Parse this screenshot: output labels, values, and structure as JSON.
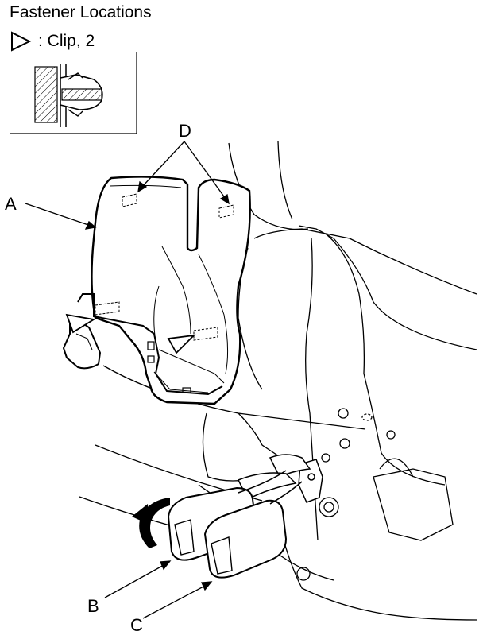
{
  "header": {
    "title": "Fastener Locations"
  },
  "legend": {
    "symbol_icon": "triangle-outline-icon",
    "text": ": Clip, 2"
  },
  "callouts": {
    "a": "A",
    "b": "B",
    "c": "C",
    "d": "D"
  }
}
